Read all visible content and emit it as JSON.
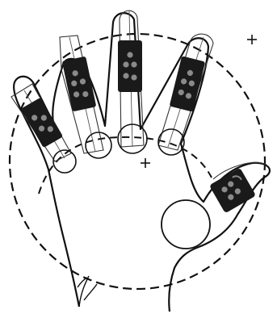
{
  "diagram": {
    "description_free": true,
    "stroke_color": "#111111",
    "sleeve_color": "#1a1a1a",
    "marker_color": "#8a8a8a",
    "background": "#ffffff",
    "fingers": [
      "little",
      "ring",
      "middle",
      "index",
      "thumb"
    ],
    "marks": {
      "plus_markers": 2,
      "dashed_circles": 2,
      "palm_circle": 1
    }
  }
}
